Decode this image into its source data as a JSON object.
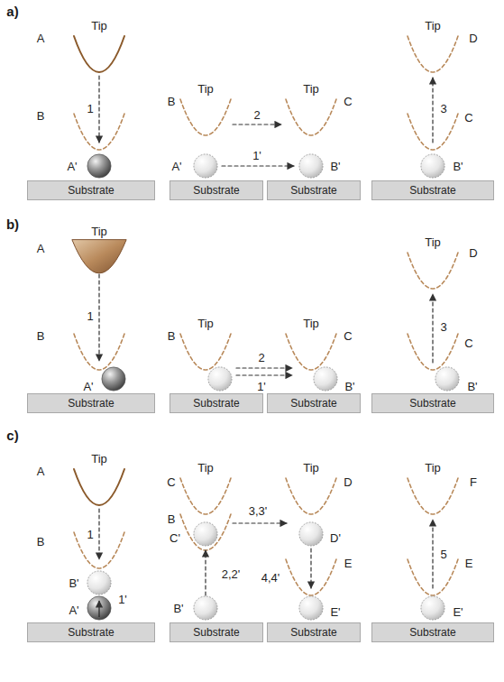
{
  "diagram": {
    "nodes": [
      {
        "text": [
          "Substrate"
        ]
      },
      {
        "text": [
          "Substrate"
        ]
      },
      {
        "text": [
          "Substrate"
        ]
      },
      {
        "text": [
          "Substrate"
        ]
      },
      {
        "text": [
          "Substrate"
        ]
      },
      {
        "text": [
          "Substrate"
        ]
      },
      {
        "text": [
          "Substrate"
        ]
      },
      {
        "text": [
          "Substrate"
        ]
      },
      {
        "text": [
          "Substrate"
        ]
      },
      {
        "text": [
          "Substrate"
        ]
      },
      {
        "text": [
          "Substrate"
        ]
      },
      {
        "text": [
          "Substrate"
        ]
      }
    ],
    "labels": [
      "a)",
      "A",
      "Tip",
      "1",
      "B",
      "A'",
      "B",
      "Tip",
      "2",
      "Tip",
      "C",
      "A'",
      "1'",
      "B'",
      "Tip",
      "D",
      "3",
      "C",
      "B'",
      "b)",
      "A",
      "Tip",
      "1",
      "B",
      "A'",
      "B",
      "Tip",
      "2",
      "Tip",
      "C",
      "1'",
      "B'",
      "Tip",
      "D",
      "3",
      "C",
      "B'",
      "c)",
      "A",
      "Tip",
      "1",
      "B",
      "B'",
      "1'",
      "A'",
      "C",
      "Tip",
      "B",
      "C'",
      "2,2'",
      "B'",
      "3,3'",
      "Tip",
      "D",
      "D'",
      "4,4'",
      "E",
      "E'",
      "Tip",
      "F",
      "5",
      "E",
      "E'"
    ]
  }
}
